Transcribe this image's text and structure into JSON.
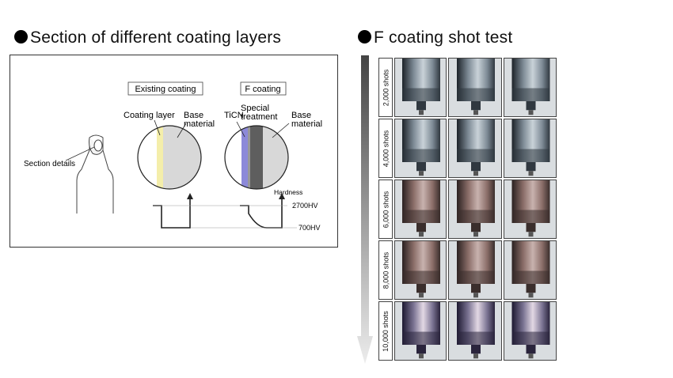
{
  "left": {
    "heading": "Section of different coating layers",
    "section_details": "Section details",
    "existing_coating": {
      "title": "Existing coating",
      "coating_layer": "Coating layer",
      "base_material_line1": "Base",
      "base_material_line2": "material"
    },
    "f_coating": {
      "title": "F coating",
      "ticn": "TiCN",
      "special_line1": "Special",
      "special_line2": "treatment",
      "base_material_line1": "Base",
      "base_material_line2": "material"
    },
    "hardness": "Hardness",
    "hv_high": "2700HV",
    "hv_low": "700HV"
  },
  "right": {
    "heading": "F coating  shot test",
    "rows": [
      {
        "label": "2,000 shots",
        "tone": "steel"
      },
      {
        "label": "4,000 shots",
        "tone": "steel"
      },
      {
        "label": "6,000 shots",
        "tone": "bronze"
      },
      {
        "label": "8,000 shots",
        "tone": "bronze"
      },
      {
        "label": "10,000 shots",
        "tone": "purple"
      }
    ],
    "columns": 3
  },
  "colors": {
    "coating_layer": "#f4eeaa",
    "ticn": "#8c89d9",
    "special_treatment": "#5e5e5e",
    "base_material": "#d8d8d8",
    "arrow_top": "#444444",
    "arrow_bottom": "#ececec"
  }
}
